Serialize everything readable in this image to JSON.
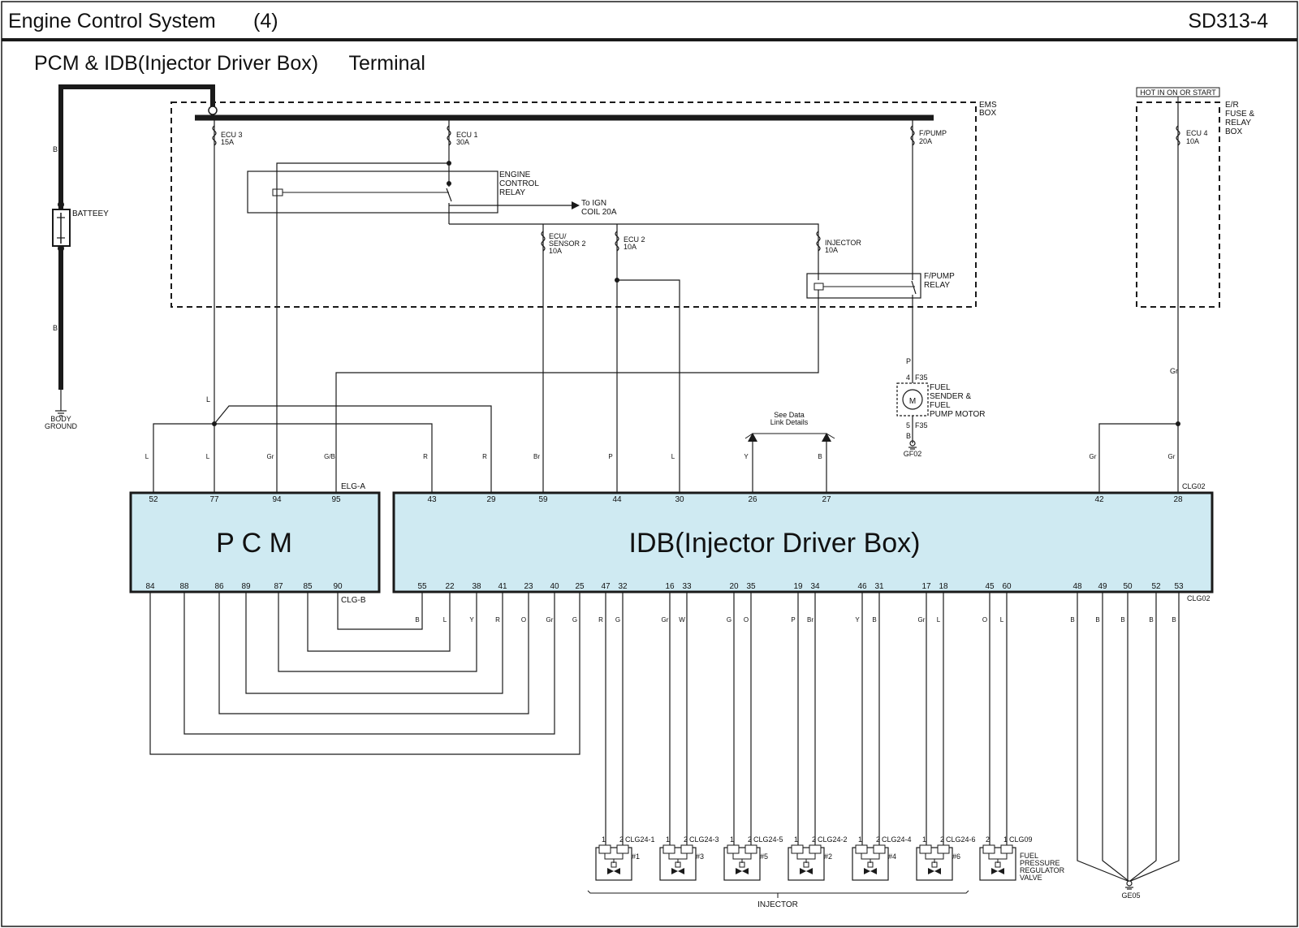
{
  "header": {
    "title": "Engine Control System",
    "page_num": "(4)",
    "code": "SD313-4",
    "subtitle_left": "PCM & IDB(Injector Driver Box)",
    "subtitle_right": "Terminal"
  },
  "power": {
    "battery": "BATTEEY",
    "wire_b": "B",
    "ground": [
      "BODY",
      "GROUND"
    ],
    "ems_box": [
      "EMS",
      "BOX"
    ],
    "er_box": [
      "E/R",
      "FUSE &",
      "RELAY",
      "BOX"
    ],
    "hot_label": "HOT IN ON OR START"
  },
  "fuses": {
    "ecu3": [
      "ECU 3",
      "15A"
    ],
    "ecu1": [
      "ECU 1",
      "30A"
    ],
    "fpump": [
      "F/PUMP",
      "20A"
    ],
    "ecu4": [
      "ECU 4",
      "10A"
    ],
    "sensor2": [
      "ECU/",
      "SENSOR 2",
      "10A"
    ],
    "ecu2": [
      "ECU 2",
      "10A"
    ],
    "injector": [
      "INJECTOR",
      "10A"
    ]
  },
  "relays": {
    "engine_control": [
      "ENGINE",
      "CONTROL",
      "RELAY"
    ],
    "to_ign": [
      "To IGN",
      "COIL 20A"
    ],
    "fpump_relay": [
      "F/PUMP",
      "RELAY"
    ]
  },
  "pump": {
    "motor": "M",
    "labels": [
      "FUEL",
      "SENDER &",
      "FUEL",
      "PUMP MOTOR"
    ],
    "pin_top": "4",
    "pin_bottom": "5",
    "connector_top": "F35",
    "connector_bottom": "F35",
    "wire_top": "P",
    "wire_bottom": "B",
    "ground": "GF02"
  },
  "data_link": [
    "See Data",
    "Link Details"
  ],
  "pcm": {
    "label": "P   C   M",
    "conn_top": "ELG-A",
    "conn_bottom": "CLG-B",
    "top_pins": [
      "52",
      "77",
      "94",
      "95"
    ],
    "top_wires": [
      "L",
      "L",
      "Gr",
      "G/B"
    ],
    "bottom_pins": [
      "84",
      "88",
      "86",
      "89",
      "87",
      "85",
      "90"
    ]
  },
  "idb": {
    "label": "IDB(Injector Driver Box)",
    "conn_top": "CLG02",
    "conn_bottom": "CLG02",
    "top_pins": [
      "43",
      "29",
      "59",
      "44",
      "30",
      "26",
      "27",
      "42",
      "28"
    ],
    "top_wires": [
      "R",
      "R",
      "Br",
      "P",
      "L",
      "Y",
      "B",
      "Gr",
      "Gr"
    ],
    "bottom_pins": [
      "55",
      "22",
      "38",
      "41",
      "23",
      "40",
      "25",
      "47",
      "32",
      "16",
      "33",
      "20",
      "35",
      "19",
      "34",
      "46",
      "31",
      "17",
      "18",
      "45",
      "60",
      "48",
      "49",
      "50",
      "52",
      "53"
    ],
    "bottom_wires": [
      "B",
      "L",
      "Y",
      "R",
      "O",
      "Gr",
      "G",
      "R",
      "G",
      "Gr",
      "W",
      "G",
      "O",
      "P",
      "Br",
      "Y",
      "B",
      "Gr",
      "L",
      "O",
      "L",
      "B",
      "B",
      "B",
      "B",
      "B"
    ]
  },
  "wire_l_77": "L",
  "wire_gr_er": "Gr",
  "injectors": {
    "group_label": "INJECTOR",
    "items": [
      {
        "conn": "CLG24-1",
        "num": "#1"
      },
      {
        "conn": "CLG24-3",
        "num": "#3"
      },
      {
        "conn": "CLG24-5",
        "num": "#5"
      },
      {
        "conn": "CLG24-2",
        "num": "#2"
      },
      {
        "conn": "CLG24-4",
        "num": "#4"
      },
      {
        "conn": "CLG24-6",
        "num": "#6"
      }
    ],
    "pin_a": "1",
    "pin_b": "2"
  },
  "valve": {
    "conn": "CLG09",
    "labels": [
      "FUEL",
      "PRESSURE",
      "REGULATOR",
      "VALVE"
    ],
    "pin_a": "2",
    "pin_b": "1"
  },
  "ground_ge05": "GE05",
  "colors": {
    "box_fill": "#cfeaf2",
    "line": "#1a1a1a"
  }
}
